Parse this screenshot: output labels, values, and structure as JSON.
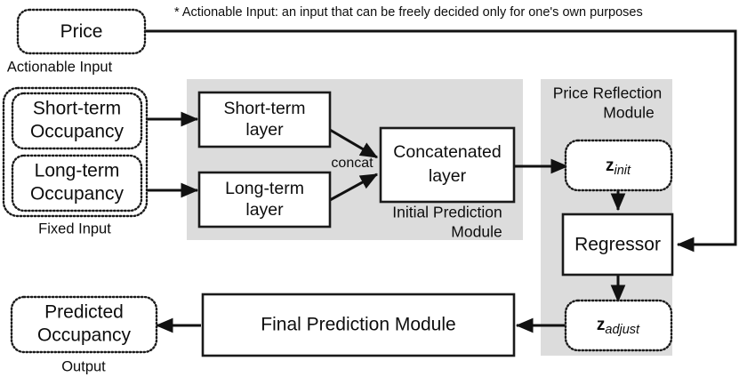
{
  "footnote": {
    "text": "* Actionable Input: an input that can be freely decided only for one's own purposes"
  },
  "inputs": {
    "price": {
      "label": "Price",
      "caption": "Actionable Input"
    },
    "short_term_occupancy": {
      "label_line1": "Short-term",
      "label_line2": "Occupancy"
    },
    "long_term_occupancy": {
      "label_line1": "Long-term",
      "label_line2": "Occupancy"
    },
    "fixed_caption": "Fixed Input"
  },
  "initial_prediction_module": {
    "panel_label_line1": "Initial Prediction",
    "panel_label_line2": "Module",
    "short_term_layer": {
      "line1": "Short-term",
      "line2": "layer"
    },
    "long_term_layer": {
      "line1": "Long-term",
      "line2": "layer"
    },
    "concat_label": "concat",
    "concatenated_layer": {
      "line1": "Concatenated",
      "line2": "layer"
    }
  },
  "price_reflection_module": {
    "panel_label_line1": "Price Reflection",
    "panel_label_line2": "Module",
    "z_init": {
      "symbol": "z",
      "subscript": "init"
    },
    "regressor": {
      "label": "Regressor"
    },
    "z_adjust": {
      "symbol": "z",
      "subscript": "adjust"
    }
  },
  "final_prediction_module": {
    "label": "Final Prediction Module"
  },
  "output": {
    "label_line1": "Predicted",
    "label_line2": "Occupancy",
    "caption": "Output"
  },
  "colors": {
    "panel_gray": "#dcdcdc",
    "stroke": "#1a1a1a",
    "background": "#ffffff"
  }
}
